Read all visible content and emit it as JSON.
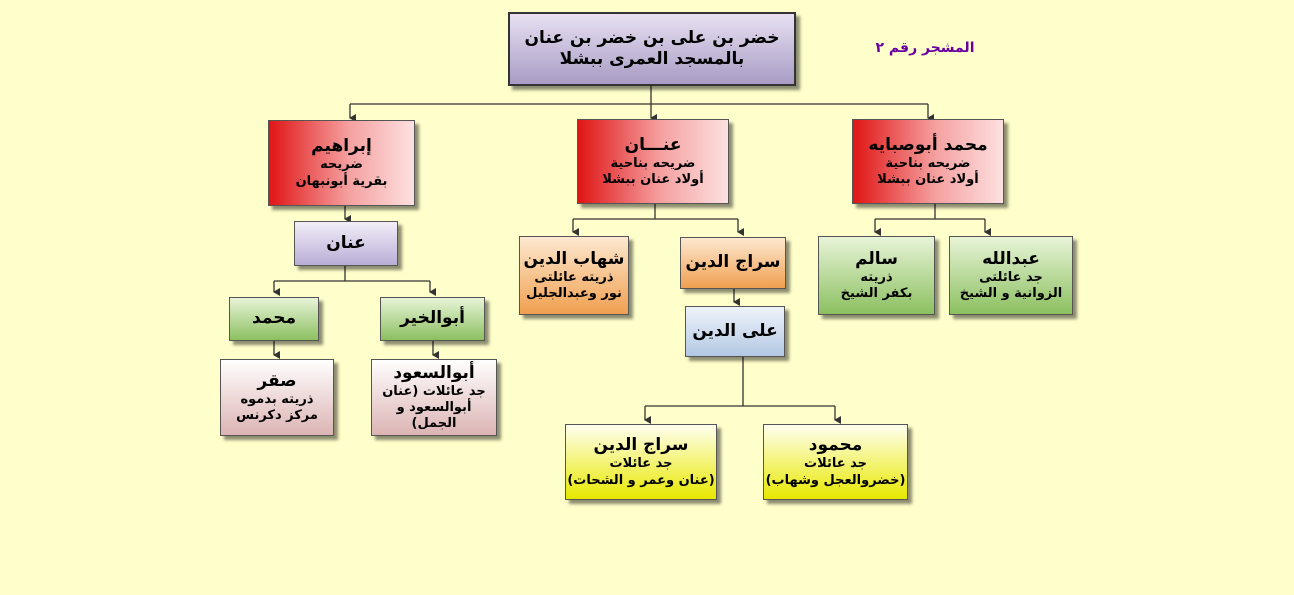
{
  "diagram_label": "المشجر رقم ٢",
  "nodes": {
    "root": {
      "title": "خضر بن على بن خضر بن عنان",
      "line2": "بالمسجد العمرى ببشلا"
    },
    "mohamed_abusabaya": {
      "title": "محمد أبوصبايه",
      "line2": "ضريحه بناحية",
      "line3": "أولاد عنان ببشلا"
    },
    "anan_mid": {
      "title": "عنـــان",
      "line2": "ضريحه بناحية",
      "line3": "أولاد عنان ببشلا"
    },
    "ibrahim": {
      "title": "إبراهيم",
      "line2": "ضريحه",
      "line3": "بقرية أبونبهان"
    },
    "anan_left": {
      "title": "عنان"
    },
    "mohamed_left": {
      "title": "محمد"
    },
    "abulkheir": {
      "title": "أبوالخير"
    },
    "saqr": {
      "title": "صقر",
      "line2": "ذريته بدموه",
      "line3": "مركز دكرنس"
    },
    "abulsoud": {
      "title": "أبوالسعود",
      "line2": "جد عائلات (عنان",
      "line3": "أبوالسعود و الجمل)"
    },
    "shehab": {
      "title": "شهاب الدين",
      "line2": "ذريته عائلتى",
      "line3": "نور وعبدالجليل"
    },
    "siraj": {
      "title": "سراج الدين"
    },
    "ali": {
      "title": "على الدين"
    },
    "siraj2": {
      "title": "سراج الدين",
      "line2": "جد عائلات",
      "line3": "(عنان وعمر و الشحات)"
    },
    "mahmoud": {
      "title": "محمود",
      "line2": "جد عائلات",
      "line3": "(خضروالعجل وشهاب)"
    },
    "salem": {
      "title": "سالم",
      "line2": "ذريته",
      "line3": "بكفر الشيخ"
    },
    "abdullah": {
      "title": "عبدالله",
      "line2": "جد عائلتى",
      "line3": "الزوانية و الشيخ"
    }
  }
}
